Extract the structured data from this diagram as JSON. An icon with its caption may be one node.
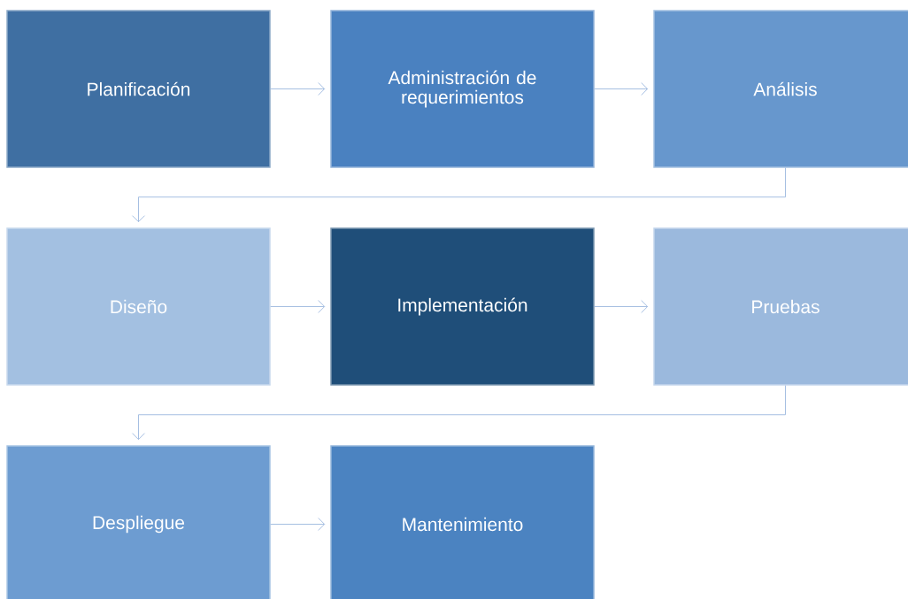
{
  "diagram": {
    "nodes": [
      {
        "text": [
          "Planificación"
        ]
      },
      {
        "text": [
          "Administración de requerimientos"
        ]
      },
      {
        "text": [
          "Análisis"
        ]
      },
      {
        "text": [
          "Diseño"
        ]
      },
      {
        "text": [
          "Implementación"
        ]
      },
      {
        "text": [
          "Pruebas"
        ]
      },
      {
        "text": [
          "Despliegue"
        ]
      },
      {
        "text": [
          "Mantenimiento"
        ]
      }
    ],
    "edges": [
      {
        "from": 0,
        "to": 1,
        "arrow": "to"
      },
      {
        "from": 1,
        "to": 2,
        "arrow": "to"
      },
      {
        "from": 2,
        "to": 3,
        "arrow": "to"
      },
      {
        "from": 3,
        "to": 4,
        "arrow": "to"
      },
      {
        "from": 4,
        "to": 5,
        "arrow": "to"
      },
      {
        "from": 5,
        "to": 6,
        "arrow": "to"
      },
      {
        "from": 6,
        "to": 7,
        "arrow": "to"
      }
    ]
  }
}
